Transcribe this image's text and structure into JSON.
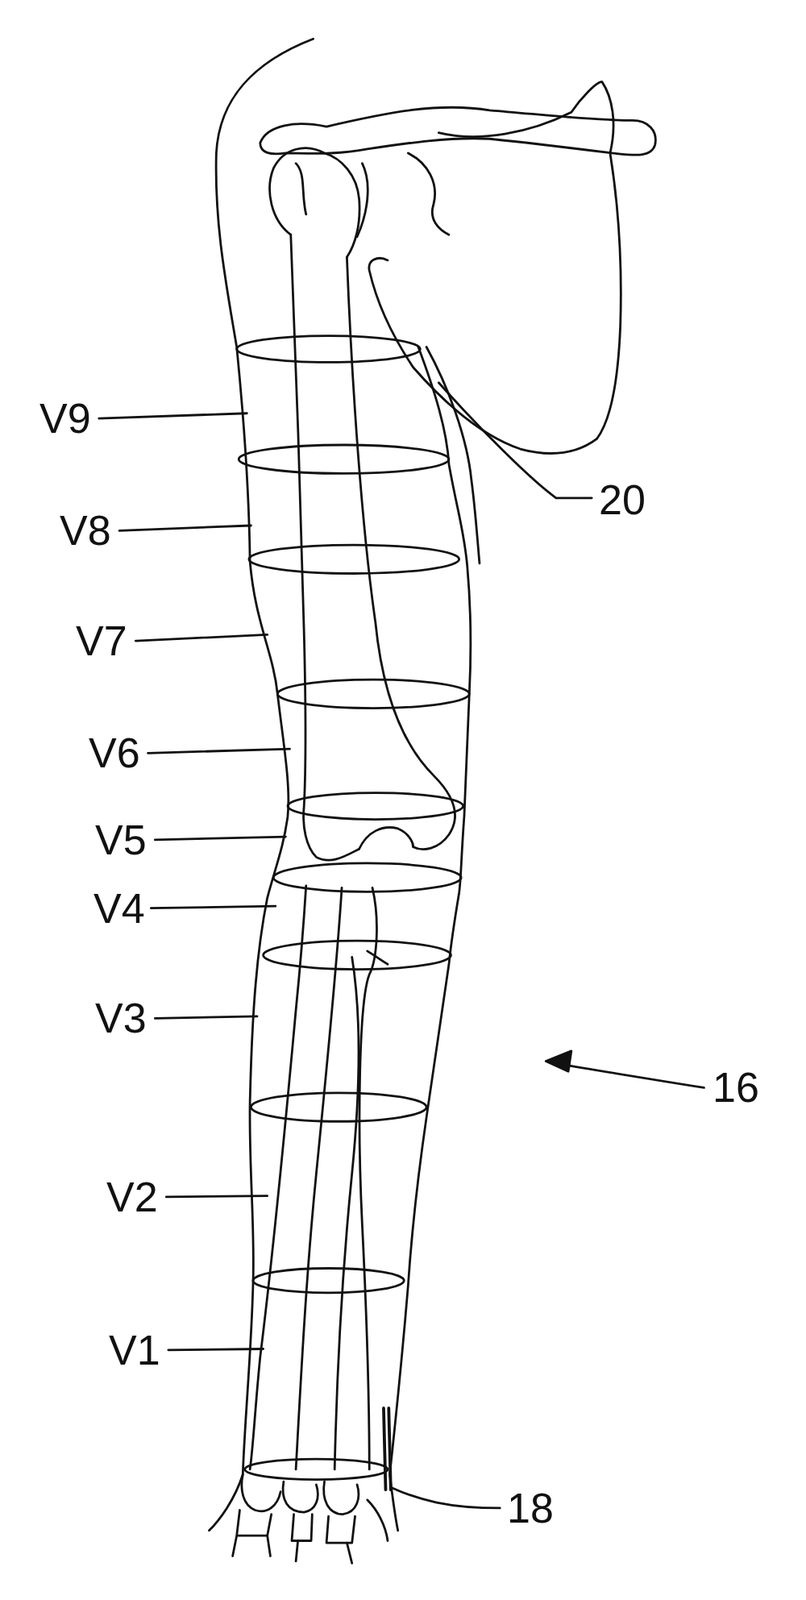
{
  "diagram": {
    "labels": [
      "V9",
      "V8",
      "V7",
      "V6",
      "V5",
      "V4",
      "V3",
      "V2",
      "V1",
      "20",
      "16",
      "18"
    ]
  }
}
